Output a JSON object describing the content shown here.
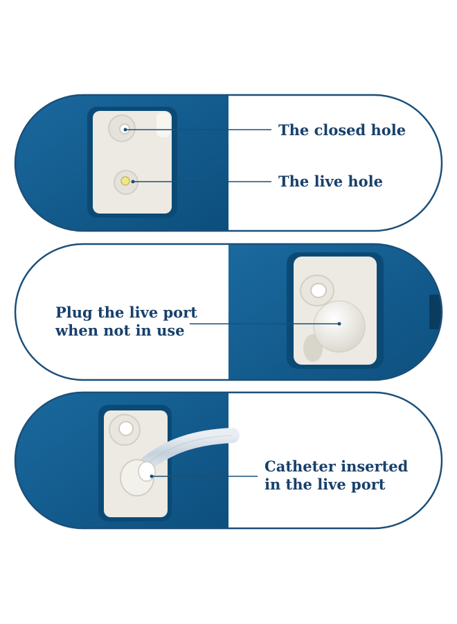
{
  "panels": [
    {
      "id": "holes",
      "labels": [
        "The closed hole",
        "The live hole"
      ]
    },
    {
      "id": "plug",
      "label_lines": [
        "Plug the live port",
        "when not in use"
      ]
    },
    {
      "id": "catheter",
      "label_lines": [
        "Catheter inserted",
        "in the live port"
      ]
    }
  ],
  "colors": {
    "bag_blue": "#0f5b8e",
    "outline": "#1c4f78",
    "text": "#18406b",
    "port_white": "#f1f0ea"
  }
}
